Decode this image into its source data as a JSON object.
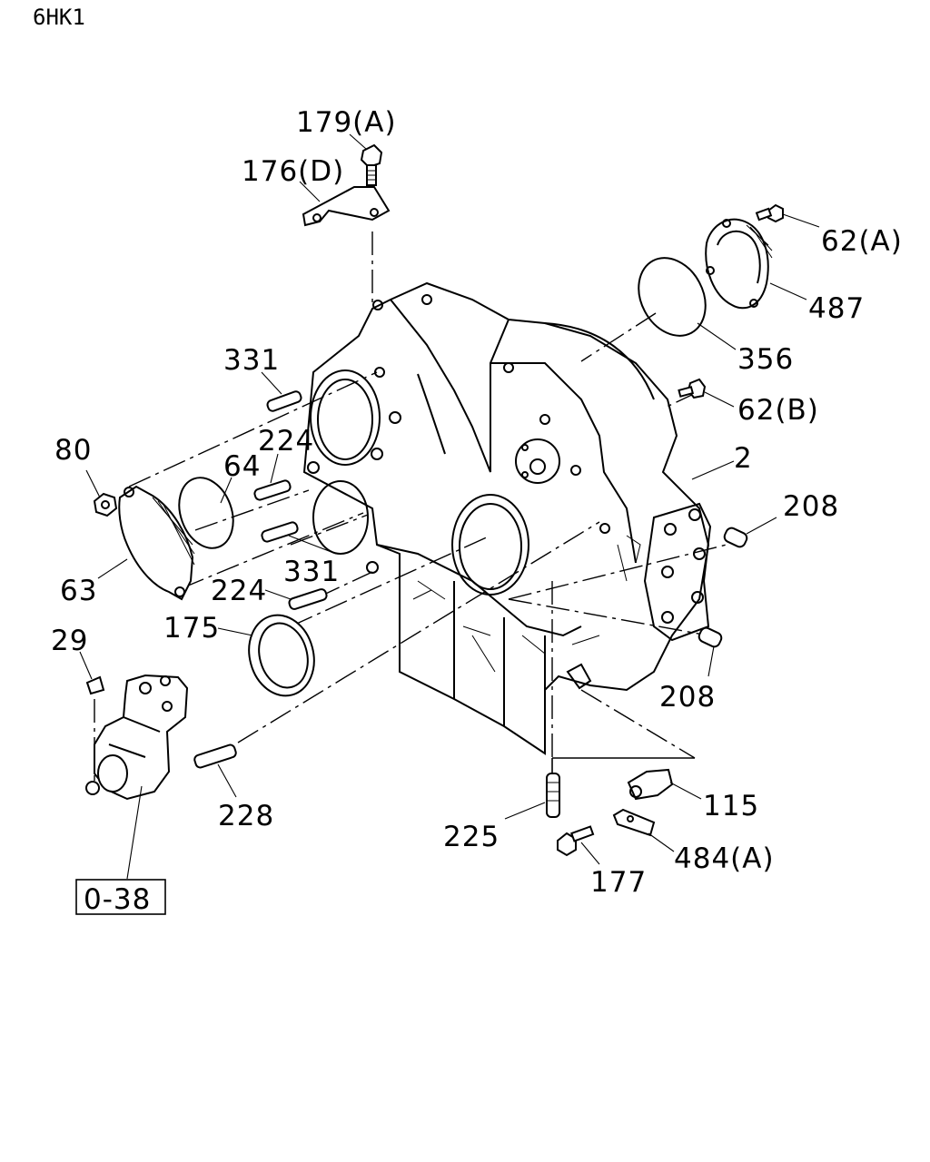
{
  "header": {
    "model_code": "6HK1"
  },
  "callouts": {
    "c179A": "179(A)",
    "c176D": "176(D)",
    "c62A": "62(A)",
    "c487": "487",
    "c356": "356",
    "c62B": "62(B)",
    "c2": "2",
    "c208a": "208",
    "c208b": "208",
    "c331a": "331",
    "c331b": "331",
    "c224a": "224",
    "c224b": "224",
    "c80": "80",
    "c64": "64",
    "c63": "63",
    "c175": "175",
    "c29": "29",
    "c228": "228",
    "c225": "225",
    "c115": "115",
    "c484A": "484(A)",
    "c177": "177",
    "ref038": "0-38"
  }
}
